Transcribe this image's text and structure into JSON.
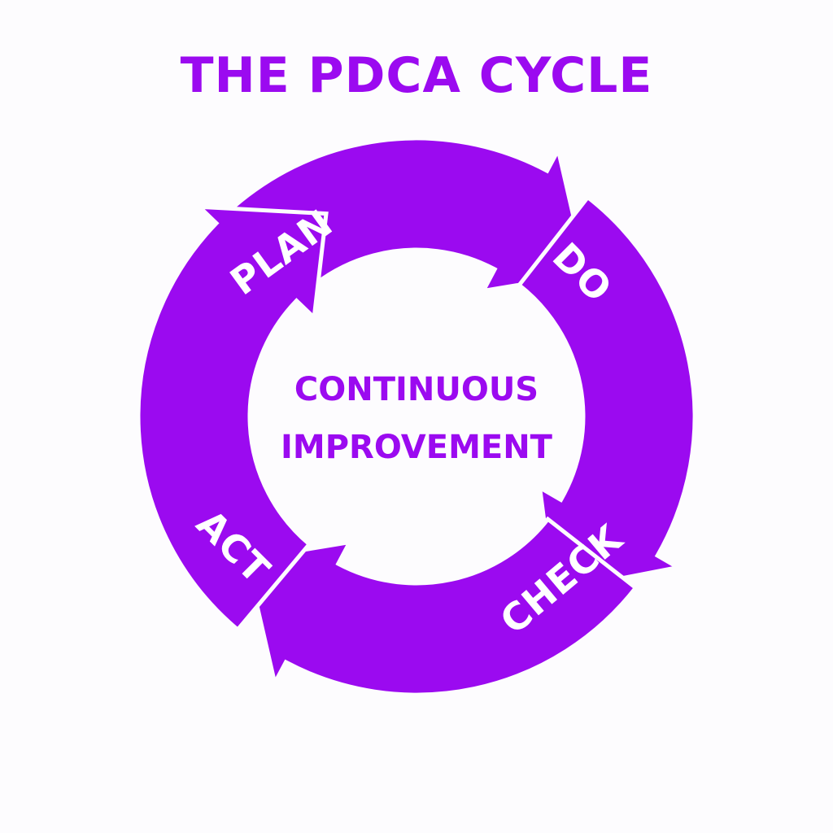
{
  "title": "THE PDCA CYCLE",
  "center": {
    "line1": "CONTINUOUS",
    "line2": "IMPROVEMENT"
  },
  "phases": [
    {
      "label": "PLAN"
    },
    {
      "label": "DO"
    },
    {
      "label": "CHECK"
    },
    {
      "label": "ACT"
    }
  ],
  "colors": {
    "accent": "#9b0af0",
    "background": "#fdfcfe",
    "label": "#ffffff"
  }
}
